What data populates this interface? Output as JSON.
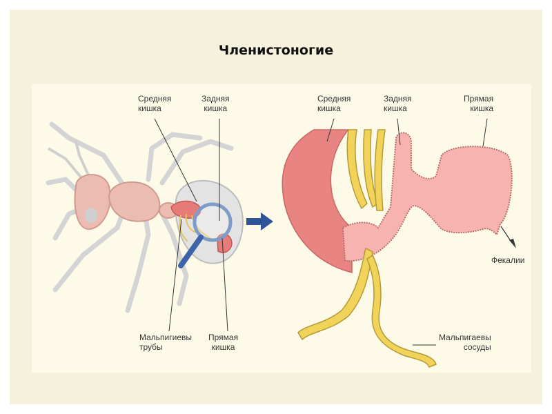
{
  "title": "Членистоногие",
  "labels": {
    "left_midgut": "Средняя\nкишка",
    "left_hindgut": "Задняя\nкишка",
    "left_malpighian": "Мальпигиевы\nтрубы",
    "left_rectum": "Прямая\nкишка",
    "right_midgut": "Средняя\nкишка",
    "right_hindgut": "Задняя\nкишка",
    "right_rectum": "Прямая\nкишка",
    "right_feces": "Фекалии",
    "right_malpighian": "Мальпигаевы\nсосуды"
  },
  "colors": {
    "gut_pink": "#f6b3b0",
    "gut_outline": "#c87470",
    "midgut_red": "#e67b78",
    "tubule_yellow": "#f2d35a",
    "ant_body": "#e6c8c0",
    "ant_legs": "#d8d8d8",
    "arrow_blue": "#2f5597"
  }
}
